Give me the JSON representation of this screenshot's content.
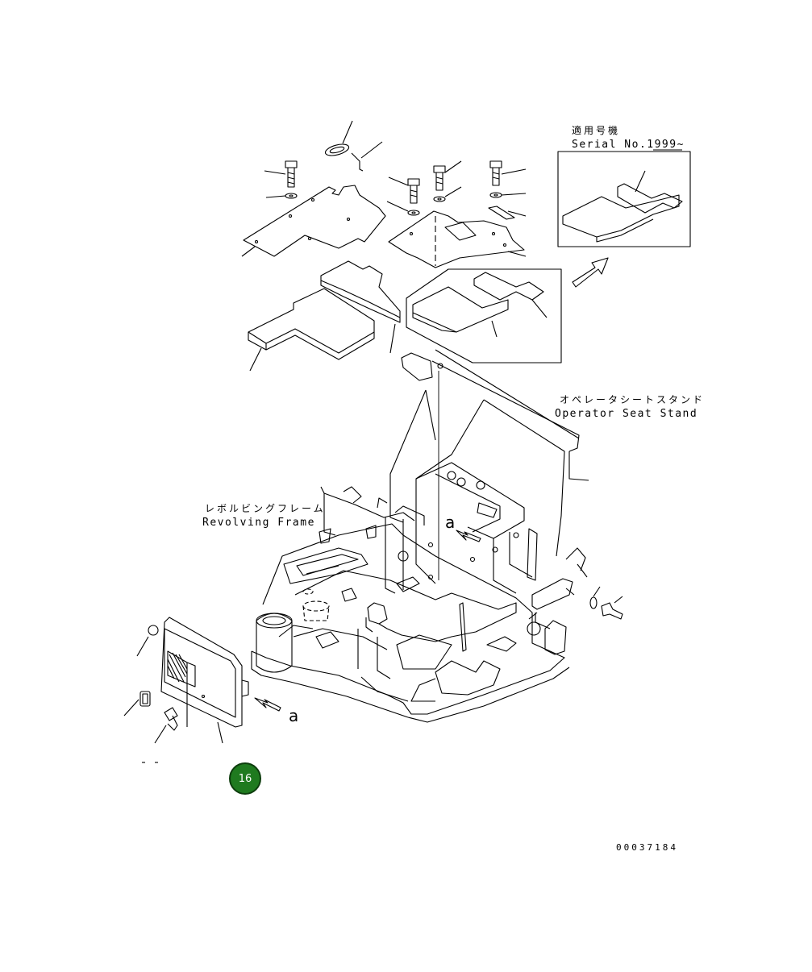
{
  "labels": {
    "serial_jp": "適用号機",
    "serial_en": "Serial No.1999~",
    "seat_stand_jp": "オペレータシートスタンド",
    "seat_stand_en": "Operator Seat Stand",
    "frame_jp": "レボルビングフレーム",
    "frame_en": "Revolving Frame",
    "view_a_top": "a",
    "view_a_bottom": "a",
    "drawing_number": "00037184"
  },
  "badge": {
    "text": "16",
    "color": "#1f7a1f"
  },
  "colors": {
    "line": "#000000",
    "background": "#ffffff"
  }
}
